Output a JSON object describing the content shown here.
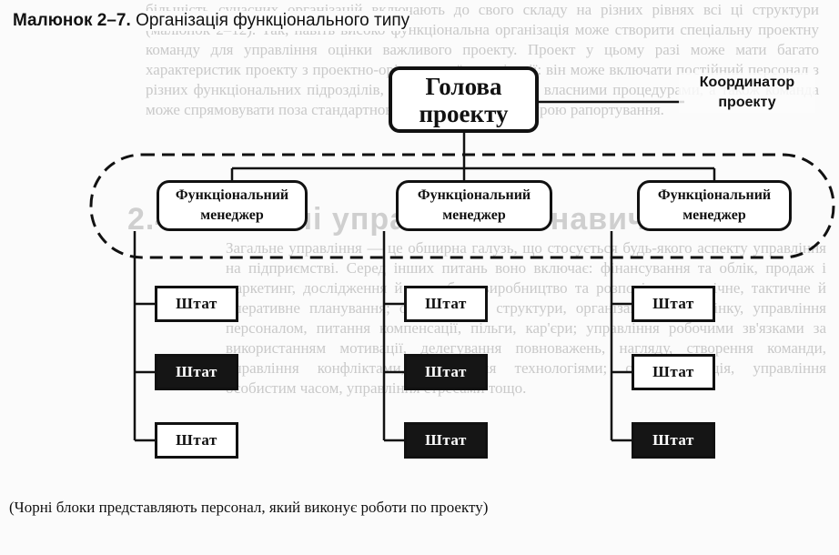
{
  "caption": {
    "number": "Малюнок 2–7.",
    "title": "Організація функціонального типу"
  },
  "head": {
    "line1": "Голова",
    "line2": "проекту"
  },
  "coordinator": {
    "line1": "Координатор",
    "line2": "проекту"
  },
  "managers": [
    {
      "line1": "Функціональний",
      "line2": "менеджер"
    },
    {
      "line1": "Функціональний",
      "line2": "менеджер"
    },
    {
      "line1": "Функціональний",
      "line2": "менеджер"
    }
  ],
  "staff_label": "Штат",
  "staff_columns": [
    [
      {
        "dark": false
      },
      {
        "dark": true
      },
      {
        "dark": false
      }
    ],
    [
      {
        "dark": false
      },
      {
        "dark": true
      },
      {
        "dark": true
      }
    ],
    [
      {
        "dark": false
      },
      {
        "dark": false
      },
      {
        "dark": true
      }
    ]
  ],
  "note": "(Чорні блоки представляють персонал, який виконує роботи по проекту)",
  "background": {
    "paragraph1": "більшість сучасних організацій включають до свого складу на різних рівнях всі ці структури (малюнок 2–12). Так, навіть високо функціональна організація може створити спеціальну проектну команду для управління оцінки важливого проекту. Проект у цьому разі може мати багато характеристик проекту з проектно-орієнтованої організації: він може включати постійний персонал з різних функціональних підрозділів, не розвиватиметься за власними процедурами, а також команда може спрямовувати поза стандартною формальною структурою рапортування.",
    "heading": "2.4 Загальні управлінські навички",
    "paragraph2": "Загальне управління — це обширна галузь, що стосується будь-якого аспекту управління на підприємстві. Серед інших питань воно включає: фінансування та облік, продаж і маркетинг, дослідження й розробки, виробництво та розподіл; стратегічне, тактичне й оперативне планування; організаційні структури, організаційну поведінку, управління персоналом, питання компенсації, пільги, кар'єри; управління робочими зв'язками за використанням мотивації, делегування повноважень, нагляду, створення команди, управління конфліктами, управління технологіями; самоорганізація, управління особистим часом, управління стресами тощо."
  }
}
